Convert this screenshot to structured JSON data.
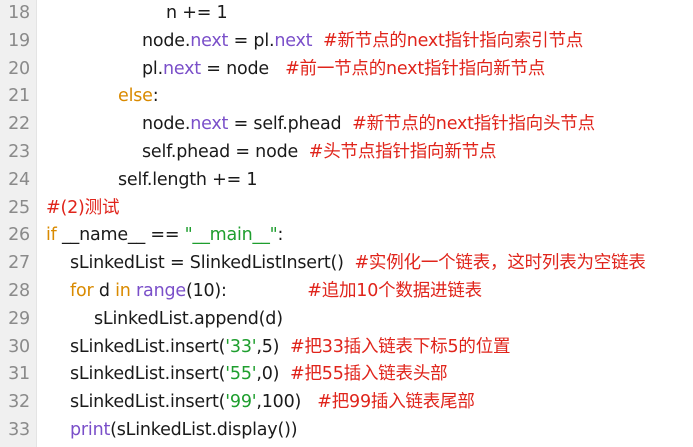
{
  "colors": {
    "keyword": "#d98a00",
    "attribute": "#7a4fc9",
    "string": "#1e9e2e",
    "comment": "#e0241b",
    "text": "#1a1a1a",
    "line_number": "#8a8a8a",
    "gutter_bg": "#f0f0f0"
  },
  "lines": [
    {
      "num": "18",
      "indent": 5,
      "tokens": [
        [
          "plain",
          "n += 1"
        ]
      ]
    },
    {
      "num": "19",
      "indent": 4,
      "tokens": [
        [
          "plain",
          "node."
        ],
        [
          "attr",
          "next"
        ],
        [
          "plain",
          " = pl."
        ],
        [
          "attr",
          "next"
        ],
        [
          "plain",
          "  "
        ],
        [
          "com",
          "#新节点的next指针指向索引节点"
        ]
      ]
    },
    {
      "num": "20",
      "indent": 4,
      "tokens": [
        [
          "plain",
          "pl."
        ],
        [
          "attr",
          "next"
        ],
        [
          "plain",
          " = node   "
        ],
        [
          "com",
          "#前一节点的next指针指向新节点"
        ]
      ]
    },
    {
      "num": "21",
      "indent": 3,
      "tokens": [
        [
          "kw",
          "else"
        ],
        [
          "plain",
          ":"
        ]
      ]
    },
    {
      "num": "22",
      "indent": 4,
      "tokens": [
        [
          "plain",
          "node."
        ],
        [
          "attr",
          "next"
        ],
        [
          "plain",
          " = self.phead  "
        ],
        [
          "com",
          "#新节点的next指针指向头节点"
        ]
      ]
    },
    {
      "num": "23",
      "indent": 4,
      "tokens": [
        [
          "plain",
          "self.phead = node  "
        ],
        [
          "com",
          "#头节点指针指向新节点"
        ]
      ]
    },
    {
      "num": "24",
      "indent": 3,
      "tokens": [
        [
          "plain",
          "self.length += 1"
        ]
      ]
    },
    {
      "num": "25",
      "indent": 0,
      "tokens": [
        [
          "com",
          "#(2)测试"
        ]
      ]
    },
    {
      "num": "26",
      "indent": 0,
      "tokens": [
        [
          "kw",
          "if"
        ],
        [
          "plain",
          " __name__ == "
        ],
        [
          "str",
          "\"__main__\""
        ],
        [
          "plain",
          ":"
        ]
      ]
    },
    {
      "num": "27",
      "indent": 1,
      "tokens": [
        [
          "plain",
          "sLinkedList = SlinkedListInsert()  "
        ],
        [
          "com",
          "#实例化一个链表，这时列表为空链表"
        ]
      ]
    },
    {
      "num": "28",
      "indent": 1,
      "tokens": [
        [
          "kw",
          "for"
        ],
        [
          "plain",
          " d "
        ],
        [
          "kw",
          "in"
        ],
        [
          "plain",
          " "
        ],
        [
          "attr",
          "range"
        ],
        [
          "plain",
          "(10):               "
        ],
        [
          "com",
          "#追加10个数据进链表"
        ]
      ]
    },
    {
      "num": "29",
      "indent": 2,
      "tokens": [
        [
          "plain",
          "sLinkedList.append(d)"
        ]
      ]
    },
    {
      "num": "30",
      "indent": 1,
      "tokens": [
        [
          "plain",
          "sLinkedList.insert("
        ],
        [
          "str",
          "'33'"
        ],
        [
          "plain",
          ",5)  "
        ],
        [
          "com",
          "#把33插入链表下标5的位置"
        ]
      ]
    },
    {
      "num": "31",
      "indent": 1,
      "tokens": [
        [
          "plain",
          "sLinkedList.insert("
        ],
        [
          "str",
          "'55'"
        ],
        [
          "plain",
          ",0)  "
        ],
        [
          "com",
          "#把55插入链表头部"
        ]
      ]
    },
    {
      "num": "32",
      "indent": 1,
      "tokens": [
        [
          "plain",
          "sLinkedList.insert("
        ],
        [
          "str",
          "'99'"
        ],
        [
          "plain",
          ",100)   "
        ],
        [
          "com",
          "#把99插入链表尾部"
        ]
      ]
    },
    {
      "num": "33",
      "indent": 1,
      "tokens": [
        [
          "attr",
          "print"
        ],
        [
          "plain",
          "(sLinkedList.display())"
        ]
      ]
    }
  ]
}
